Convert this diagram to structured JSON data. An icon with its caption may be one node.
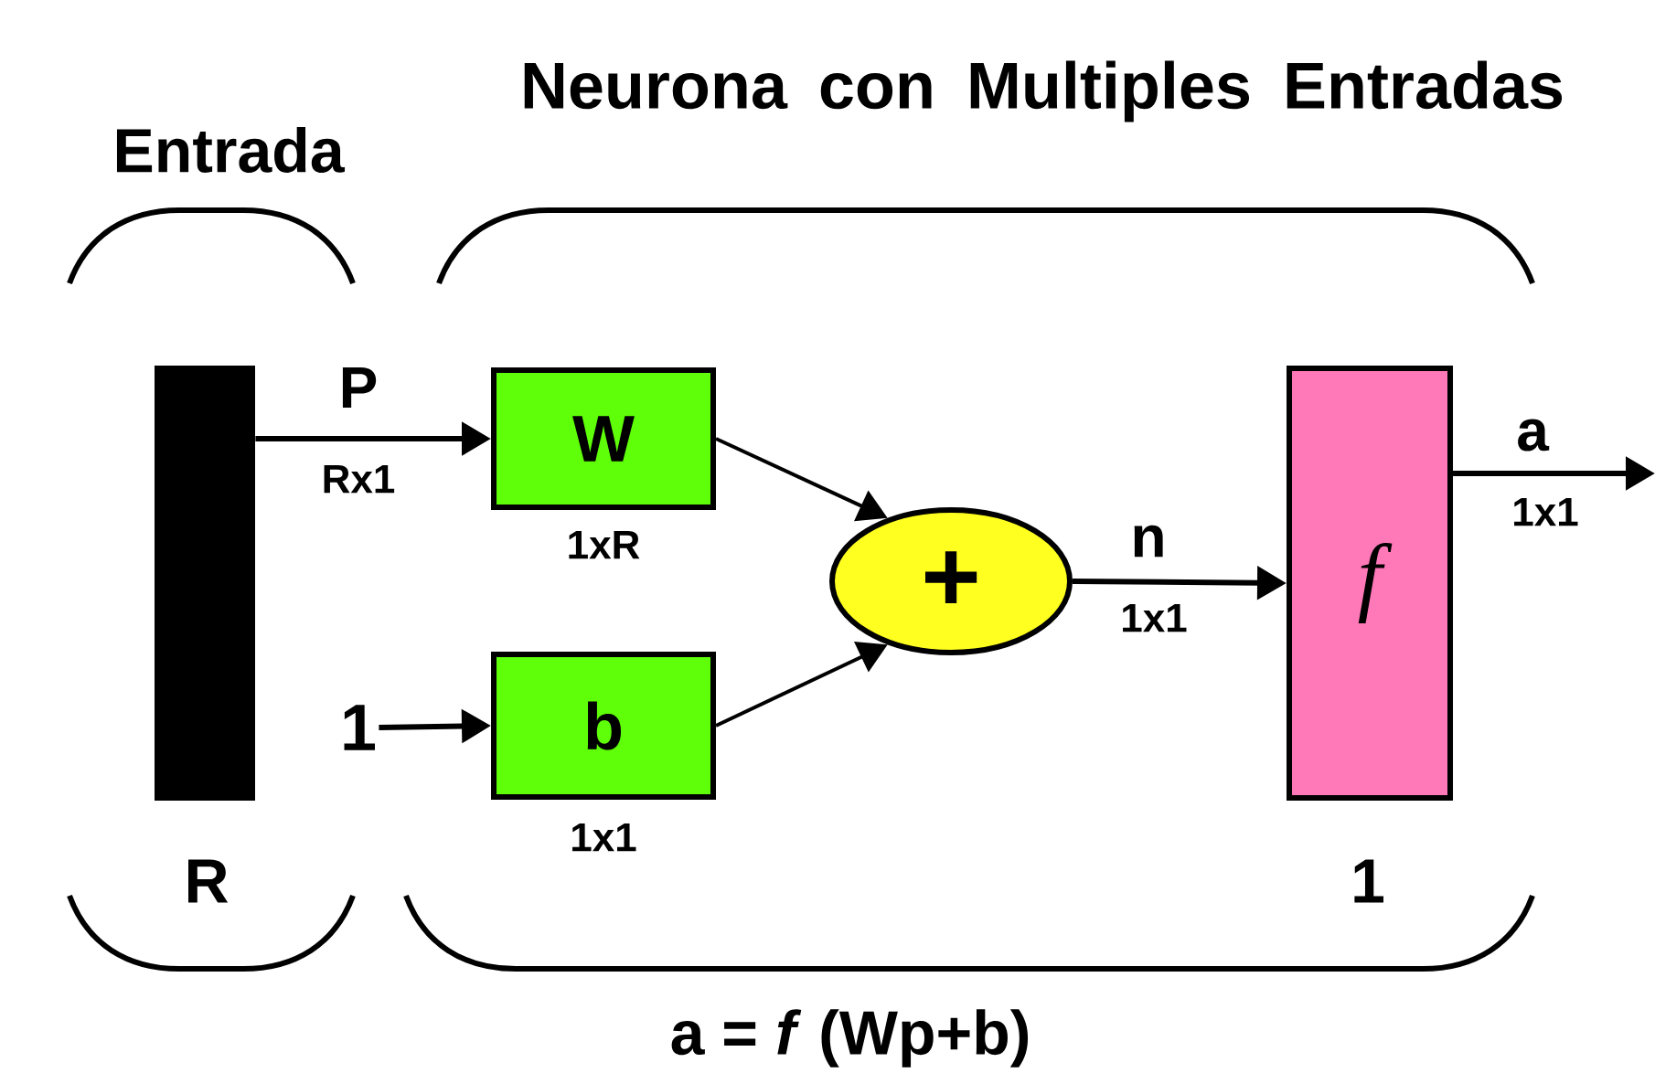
{
  "diagram": {
    "title": "Neurona con Multiples Entradas",
    "caption": "a = *f* (Wp+b)",
    "nodes": [
      {
        "text": [],
        "shape": "bar",
        "beside": [
          "R"
        ]
      },
      {
        "text": [
          "1"
        ]
      },
      {
        "text": [
          "W"
        ],
        "beside": [
          "1xR"
        ]
      },
      {
        "text": [
          "b"
        ],
        "beside": [
          "1x1"
        ]
      },
      {
        "text": [
          "+"
        ]
      },
      {
        "text": [
          "f"
        ],
        "beside": [
          "1"
        ]
      }
    ],
    "edges": [
      {
        "from": 0,
        "to": 2,
        "arrow": "to",
        "label": "P"
      },
      {
        "from": 1,
        "to": 3,
        "arrow": "to"
      },
      {
        "from": 2,
        "to": 4,
        "arrow": "to"
      },
      {
        "from": 3,
        "to": 4,
        "arrow": "to"
      },
      {
        "from": 4,
        "to": 5,
        "arrow": "to",
        "label": "n"
      },
      {
        "from": 5,
        "to": null,
        "arrow": "to",
        "label": "a"
      }
    ],
    "labels": [
      "Entrada",
      "Rx1",
      "1x1",
      "1x1"
    ]
  }
}
